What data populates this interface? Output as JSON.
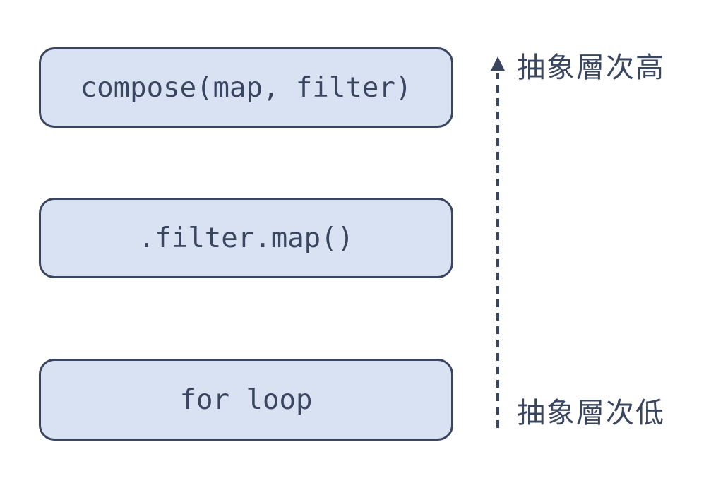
{
  "diagram": {
    "description": "Abstraction level comparison of iteration approaches",
    "boxes": [
      {
        "label": "compose(map, filter)"
      },
      {
        "label": ".filter.map()"
      },
      {
        "label": "for loop"
      }
    ],
    "axis": {
      "top_label": "抽象層次高",
      "bottom_label": "抽象層次低",
      "direction": "up",
      "line_style": "dashed"
    },
    "colors": {
      "background": "#ffffff",
      "box_fill": "#d9e2f3",
      "stroke": "#3a4660"
    }
  }
}
